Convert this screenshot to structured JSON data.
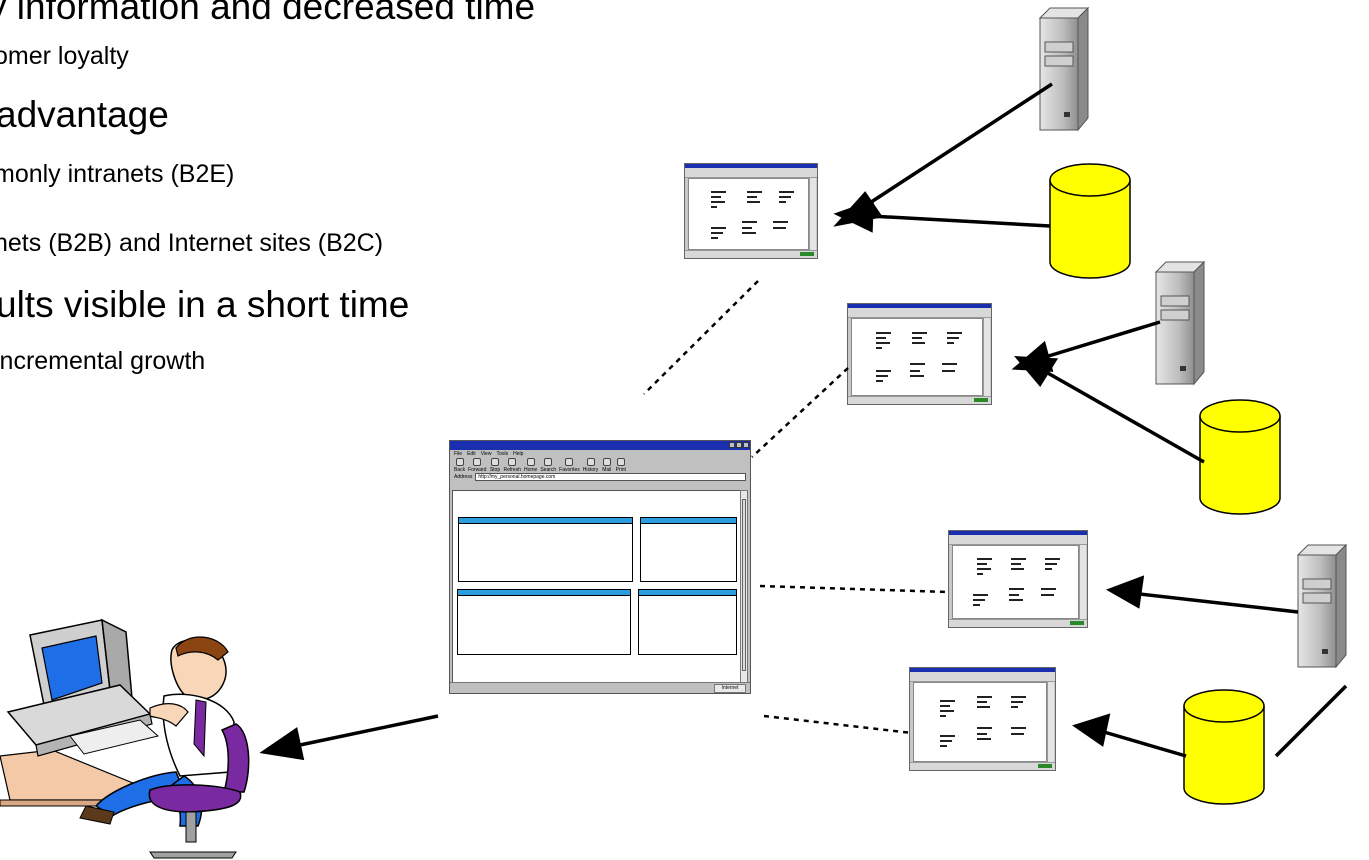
{
  "bullets": [
    {
      "level": 1,
      "text": "y information and decreased time"
    },
    {
      "level": 2,
      "text": "omer loyalty"
    },
    {
      "level": 1,
      "text": "advantage"
    },
    {
      "level": 2,
      "text": "monly intranets (B2E)"
    },
    {
      "level": 2,
      "text": "nets (B2B) and Internet sites (B2C)"
    },
    {
      "level": 1,
      "text": "ults visible in a short time"
    },
    {
      "level": 2,
      "text": "incremental growth"
    }
  ],
  "browser": {
    "menu": [
      "File",
      "Edit",
      "View",
      "Tools",
      "Help"
    ],
    "toolbar": [
      "Back",
      "Forward",
      "Stop",
      "Refresh",
      "Home",
      "Search",
      "Favorites",
      "History",
      "Mail",
      "Print"
    ],
    "address_label": "Address",
    "address_value": "http://my_personal.homepage.com",
    "status_zone": "Internet"
  },
  "colors": {
    "cylinder_fill": "#ffff00",
    "server_body": "#c8c8c8",
    "monitor_screen": "#1e6ee8",
    "panel_header": "#2c9ee0",
    "title_bar": "#1a2fb0"
  },
  "icons": [
    "server-icon",
    "database-cylinder-icon",
    "browser-window-icon",
    "user-at-computer-icon"
  ]
}
